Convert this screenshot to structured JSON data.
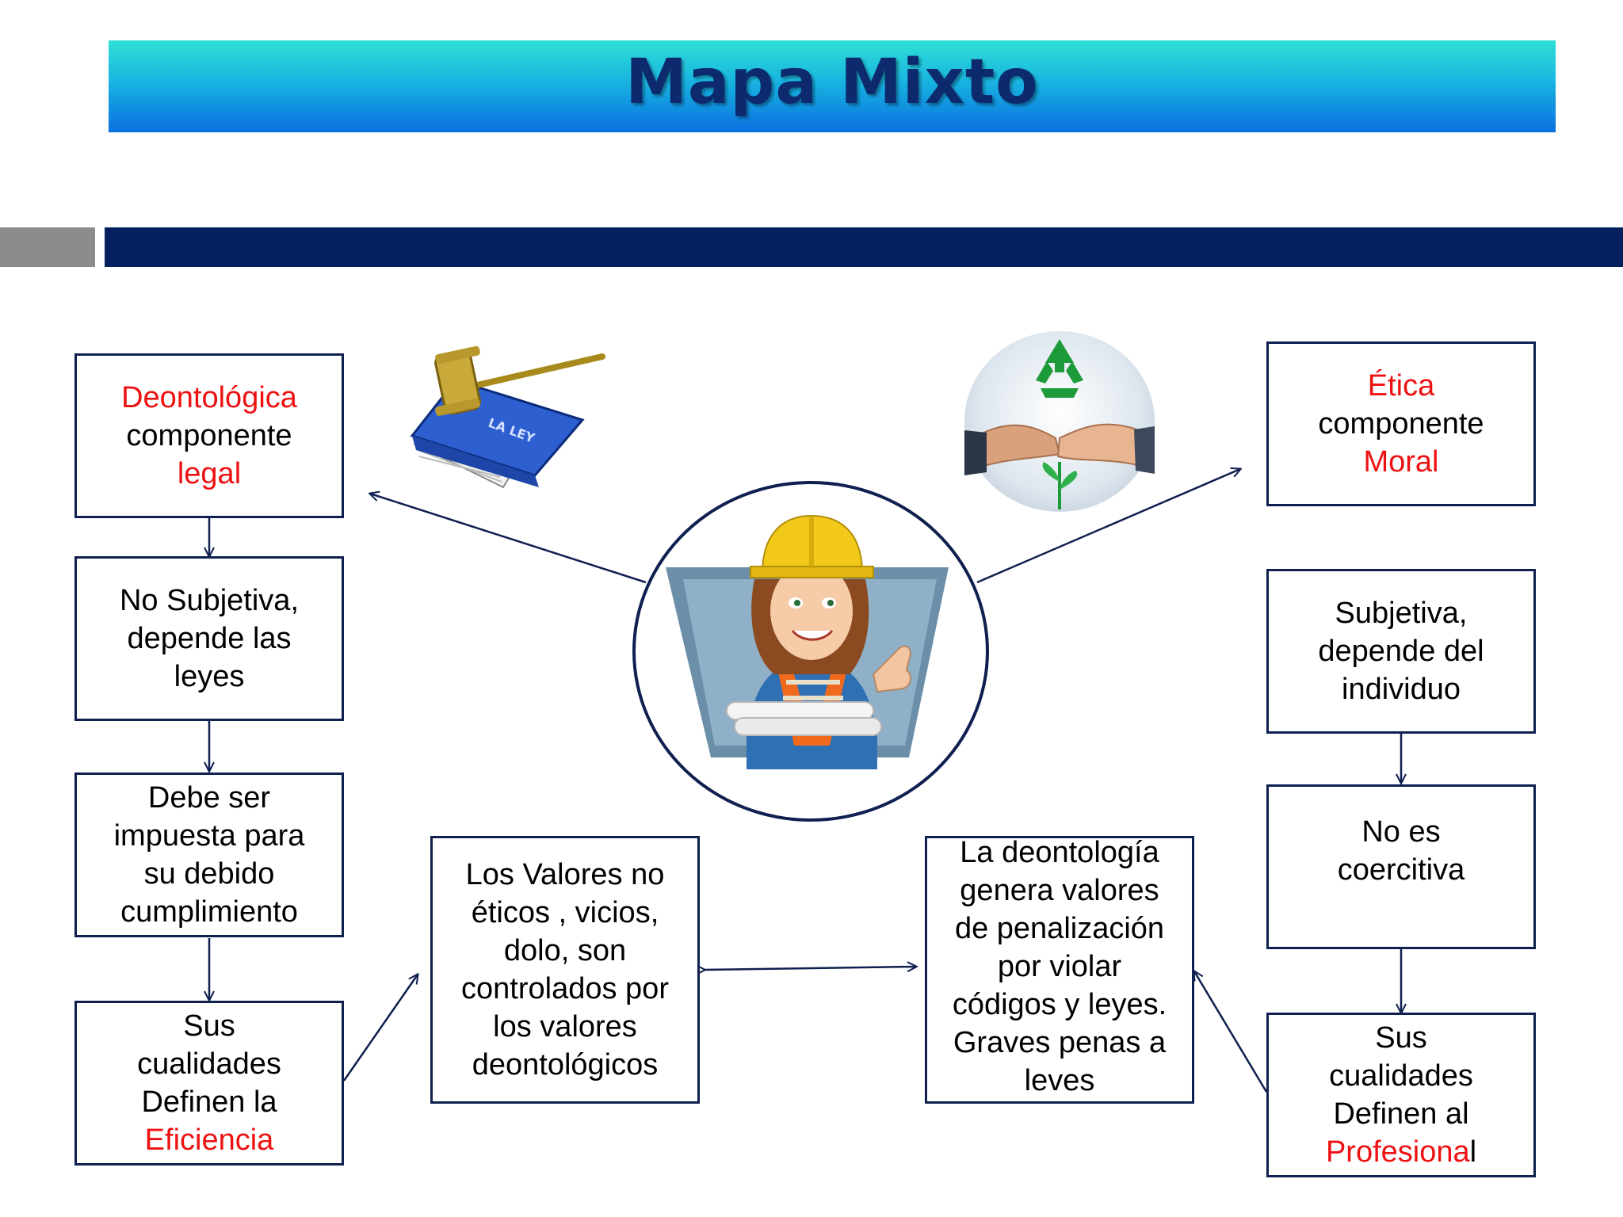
{
  "title": "Mapa Mixto",
  "left_column": [
    {
      "parts": [
        {
          "text": "Deontológica",
          "red": true
        },
        {
          "text": "componente",
          "red": false
        },
        {
          "text": "legal",
          "red": true
        }
      ]
    },
    {
      "parts": [
        {
          "text": "No Subjetiva,",
          "red": false
        },
        {
          "text": "depende las",
          "red": false
        },
        {
          "text": "leyes",
          "red": false
        }
      ]
    },
    {
      "parts": [
        {
          "text": "Debe ser",
          "red": false
        },
        {
          "text": "impuesta para",
          "red": false
        },
        {
          "text": "su debido",
          "red": false
        },
        {
          "text": "cumplimiento",
          "red": false
        }
      ]
    },
    {
      "parts": [
        {
          "text": "Sus",
          "red": false
        },
        {
          "text": "cualidades",
          "red": false
        },
        {
          "text": "Definen la",
          "red": false
        },
        {
          "text": "Eficiencia",
          "red": true
        }
      ]
    }
  ],
  "right_column": [
    {
      "parts": [
        {
          "text": "Ética",
          "red": true
        },
        {
          "text": "componente",
          "red": false
        },
        {
          "text": "Moral",
          "red": true
        }
      ]
    },
    {
      "parts": [
        {
          "text": "Subjetiva,",
          "red": false
        },
        {
          "text": "depende del",
          "red": false
        },
        {
          "text": "individuo",
          "red": false
        }
      ]
    },
    {
      "parts": [
        {
          "text": "No es",
          "red": false
        },
        {
          "text": "coercitiva",
          "red": false
        }
      ]
    },
    {
      "parts": [
        {
          "text": "Sus",
          "red": false
        },
        {
          "text": "cualidades",
          "red": false
        },
        {
          "text": "Definen al",
          "red": false
        },
        {
          "text": "Profesiona",
          "red": true,
          "tail": "l"
        }
      ]
    }
  ],
  "center_left_box": [
    "Los Valores no",
    "éticos , vicios,",
    "dolo, son",
    "controlados por",
    "los valores",
    "deontológicos"
  ],
  "center_right_box": [
    "La deontología",
    "genera valores",
    "de penalización",
    "por violar",
    "códigos y leyes.",
    "Graves penas a",
    "leves"
  ],
  "law_book_label": "LA LEY",
  "colors": {
    "accent_red": "#ee1111",
    "navy": "#04215e",
    "border": "#0f1f4f"
  }
}
